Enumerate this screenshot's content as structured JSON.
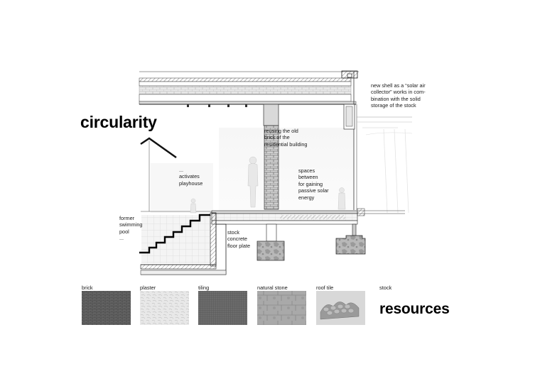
{
  "headings": {
    "circularity": "circularity",
    "resources": "resources"
  },
  "annotations": {
    "solar_shell": "new shell as a “solar air\ncollector” works in com-\nbination with the solid\nstorage of the stock",
    "old_brick": "reusing the old\nbrick of the\nresidential building",
    "playhouse": "...\nactivates\nplayhouse",
    "passive_solar": "spaces\nbetween\nfor gaining\npassive solar\nenergy",
    "swimming_pool": "former\nswimming\npool\n...",
    "floor_plate": "stock\nconcrete\nfloor plate"
  },
  "materials": [
    {
      "label": "brick",
      "color": "#5f5f5f"
    },
    {
      "label": "plaster",
      "color": "#e6e6e6"
    },
    {
      "label": "tiling",
      "color": "#6a6a6a"
    },
    {
      "label": "natural stone",
      "color": "#a9a9a9"
    },
    {
      "label": "roof tile",
      "color": "#bdbdbd"
    },
    {
      "label": "stock",
      "color": "#ffffff"
    }
  ]
}
